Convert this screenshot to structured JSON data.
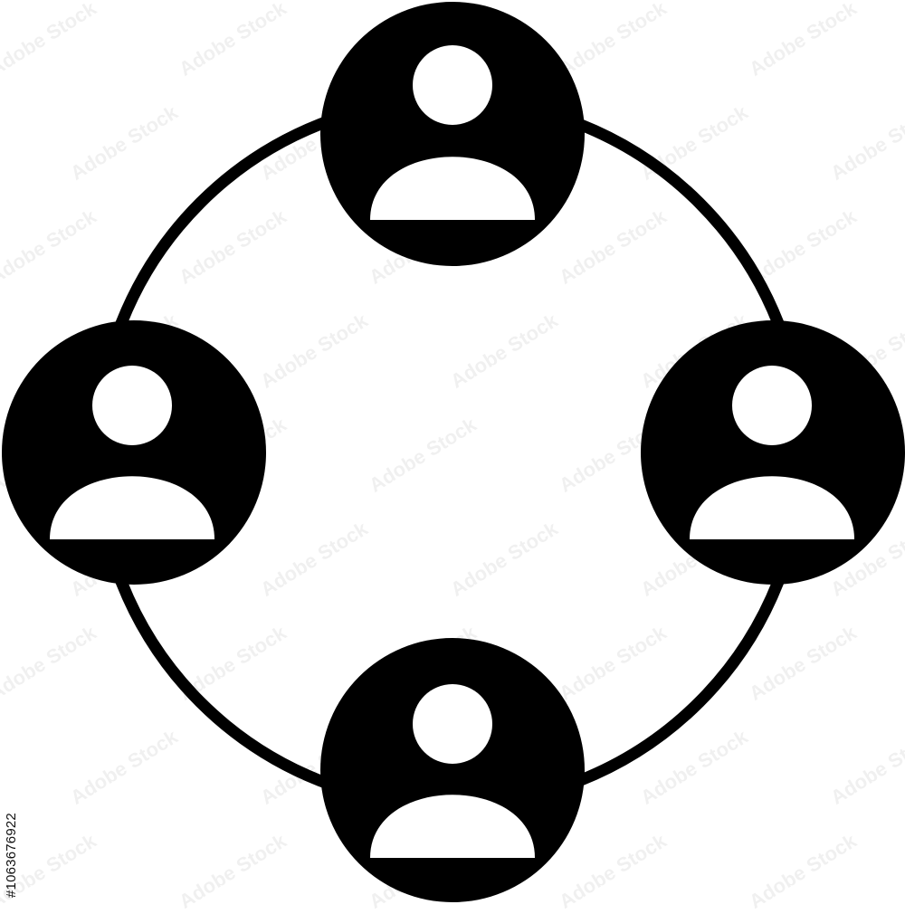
{
  "icon": {
    "name": "team-network-circle-icon",
    "color": "#000000",
    "background": "#ffffff",
    "people_count": 4,
    "person_icon": "user-avatar-icon"
  },
  "watermark": {
    "text": "Adobe Stock",
    "side_id": "#1063676922"
  }
}
